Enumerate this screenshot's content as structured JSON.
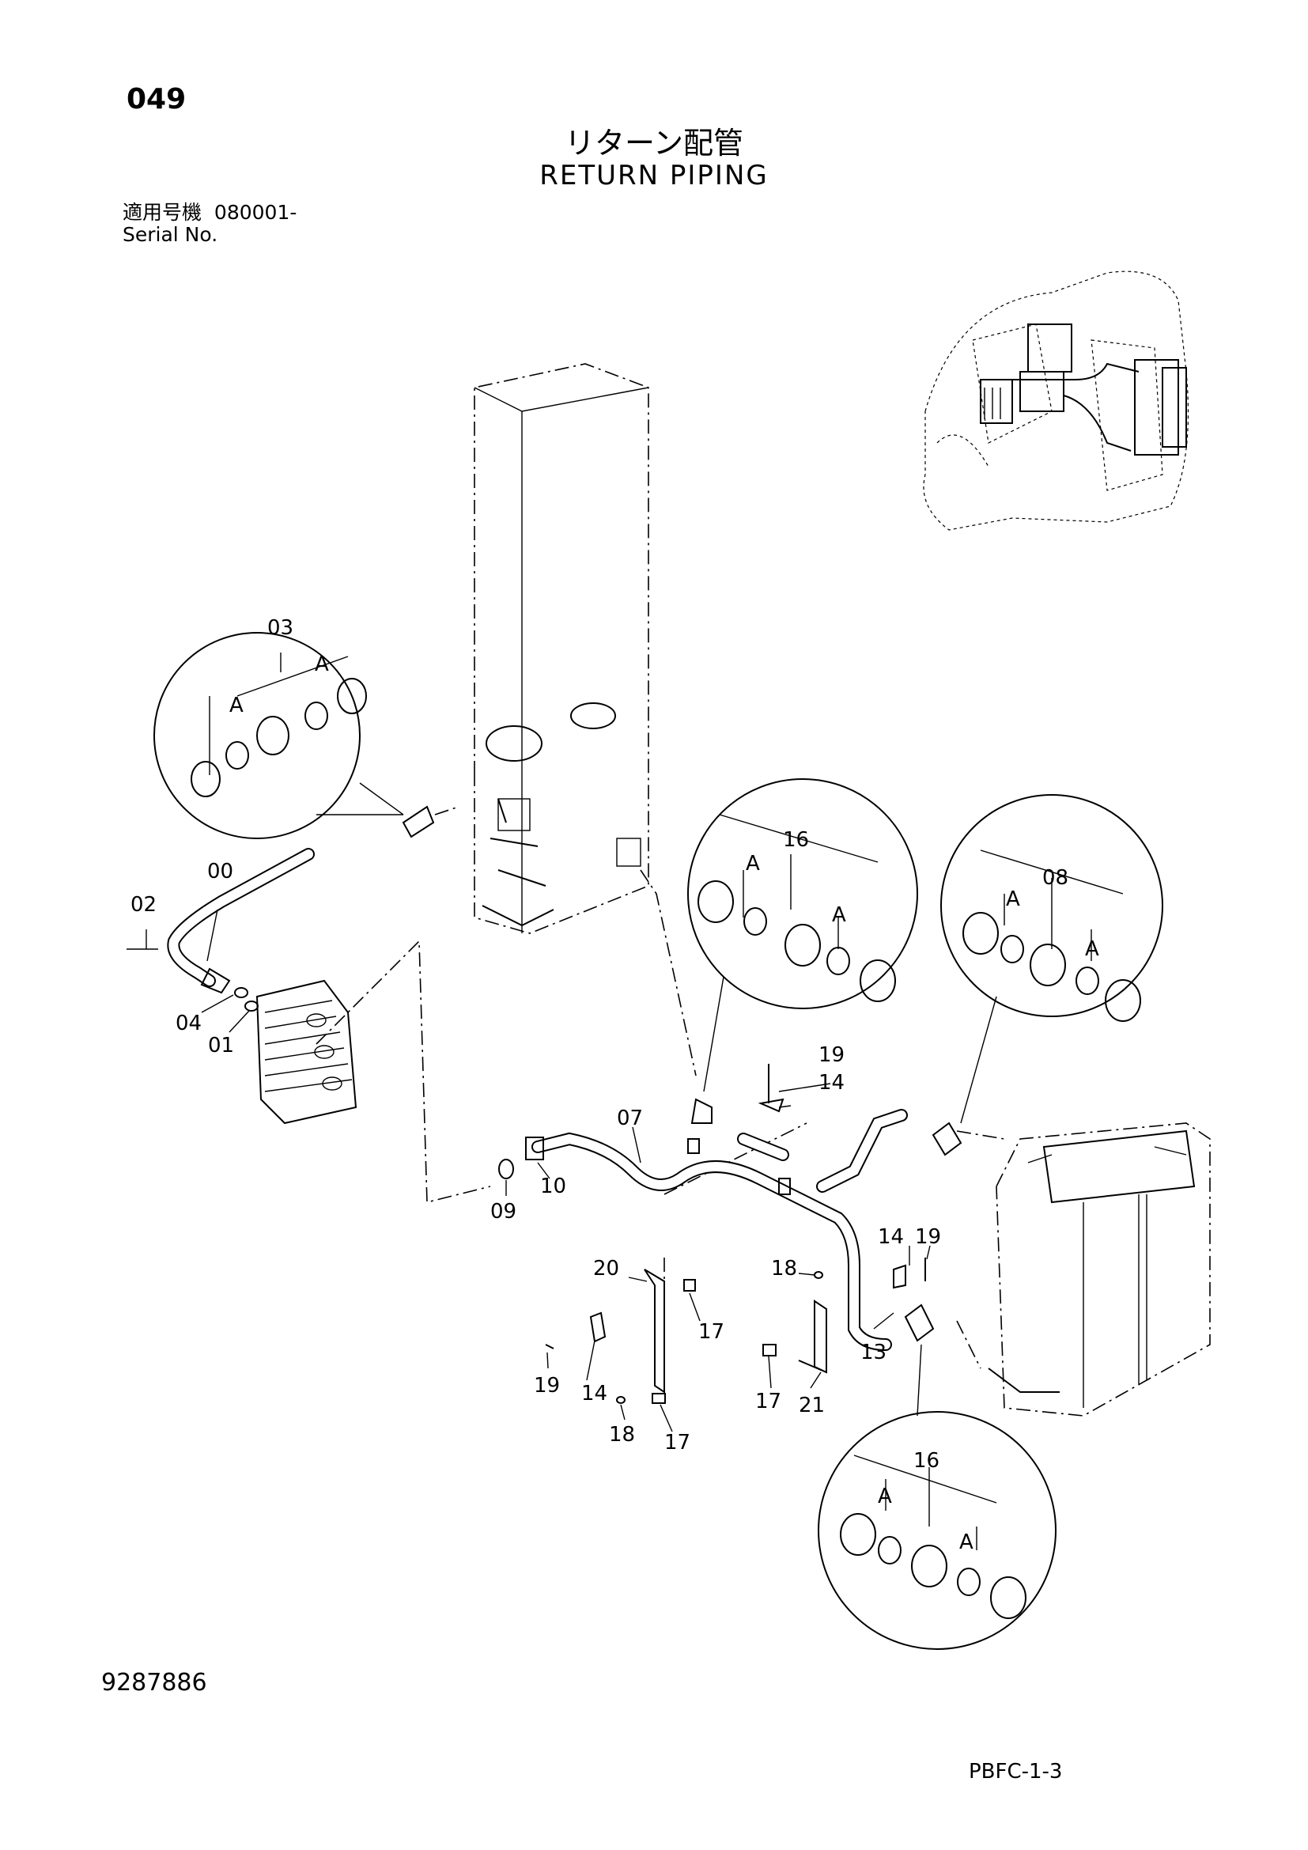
{
  "header": {
    "page_number": "049",
    "title_jp": "リターン配管",
    "title_en": "RETURN PIPING",
    "serial_label_jp": "適用号機",
    "serial_value": "080001-",
    "serial_label_en": "Serial No."
  },
  "footer": {
    "document_number": "9287886",
    "sheet_id": "PBFC-1-3"
  },
  "callouts": {
    "c00": "00",
    "c01": "01",
    "c02": "02",
    "c03": "03",
    "c04": "04",
    "c07": "07",
    "c08": "08",
    "c09": "09",
    "c10": "10",
    "c13": "13",
    "c14a": "14",
    "c14b": "14",
    "c14c": "14",
    "c16a": "16",
    "c16b": "16",
    "c17a": "17",
    "c17b": "17",
    "c17c": "17",
    "c18a": "18",
    "c18b": "18",
    "c19a": "19",
    "c19b": "19",
    "c19c": "19",
    "c20": "20",
    "c21": "21",
    "a1": "A",
    "a2": "A",
    "a3": "A",
    "a4": "A",
    "a5": "A",
    "a6": "A",
    "a7": "A"
  }
}
